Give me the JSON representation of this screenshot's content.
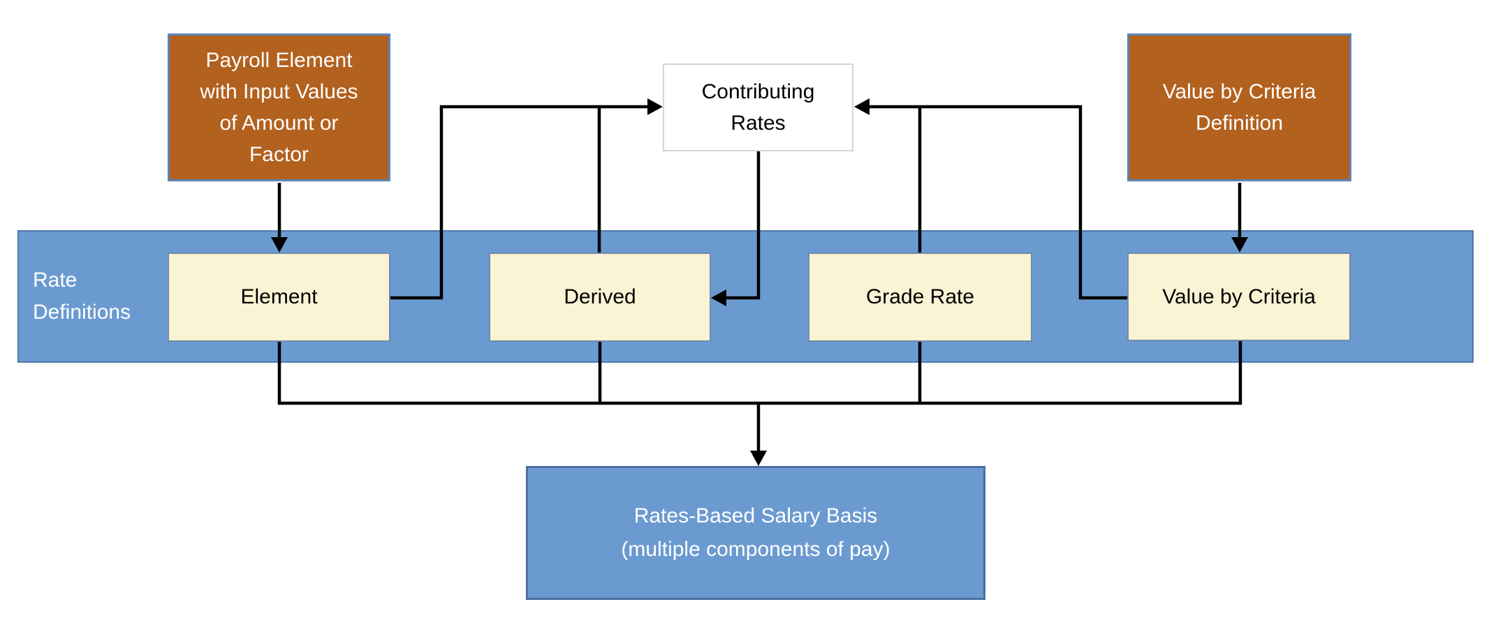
{
  "colors": {
    "source_box_fill": "#B2611F",
    "source_box_border": "#5A85B5",
    "band_fill": "#6B9AD0",
    "band_border": "#4D79AD",
    "rate_box_fill": "#FAF3D4",
    "rate_box_border": "#6E8CAB",
    "white_box_fill": "#FFFFFF",
    "white_box_border": "#D4D4D4",
    "salary_box_fill": "#6B9AD0",
    "salary_box_border": "#4A6E9F",
    "connector": "#000000",
    "text_light": "#FFFFFF",
    "text_dark": "#000000"
  },
  "diagram": {
    "payroll_element": {
      "lines": [
        "Payroll Element",
        "with Input Values",
        "of Amount or",
        "Factor"
      ]
    },
    "value_by_criteria_definition": {
      "lines": [
        "Value by Criteria",
        "Definition"
      ]
    },
    "contributing_rates": {
      "lines": [
        "Contributing",
        "Rates"
      ]
    },
    "rate_definitions": {
      "label_lines": [
        "Rate",
        "Definitions"
      ],
      "boxes": [
        {
          "label": "Element"
        },
        {
          "label": "Derived"
        },
        {
          "label": "Grade Rate"
        },
        {
          "label": "Value by Criteria"
        }
      ]
    },
    "salary_basis": {
      "lines": [
        "Rates-Based Salary Basis",
        "(multiple components of pay)"
      ]
    }
  }
}
